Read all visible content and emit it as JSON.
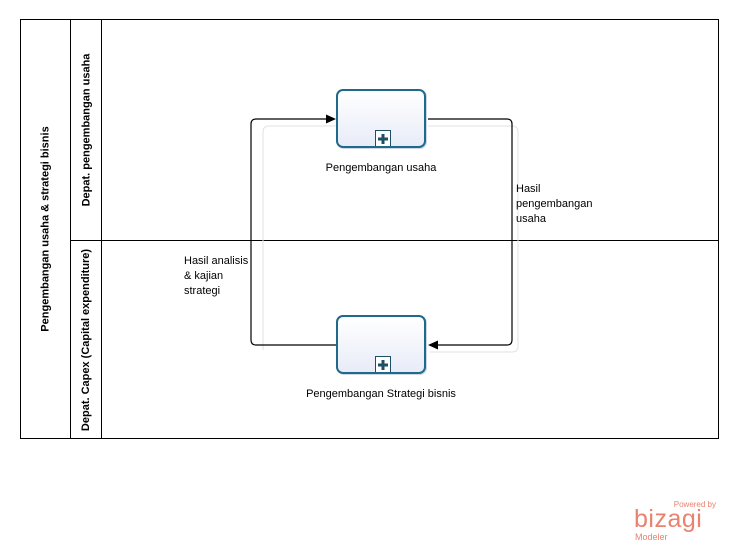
{
  "pool": {
    "label": "Pengembangan usaha & strategi bisnis"
  },
  "lanes": [
    {
      "label": "Depat. pengembangan usaha"
    },
    {
      "label": "Depat. Capex (Capital expenditure)"
    }
  ],
  "tasks": [
    {
      "label": "Pengembangan usaha",
      "marker": "subprocess-plus-icon"
    },
    {
      "label": "Pengembangan Strategi bisnis",
      "marker": "subprocess-plus-icon"
    }
  ],
  "flows": [
    {
      "label_lines": [
        "Hasil",
        "pengembangan",
        "usaha"
      ]
    },
    {
      "label_lines": [
        "Hasil analisis",
        "& kajian",
        "strategi"
      ]
    }
  ],
  "branding": {
    "powered": "Powered by",
    "name": "bizagi",
    "product": "Modeler",
    "color": "#e9826e"
  },
  "colors": {
    "task_border": "#1f6a8a",
    "line": "#000000"
  }
}
